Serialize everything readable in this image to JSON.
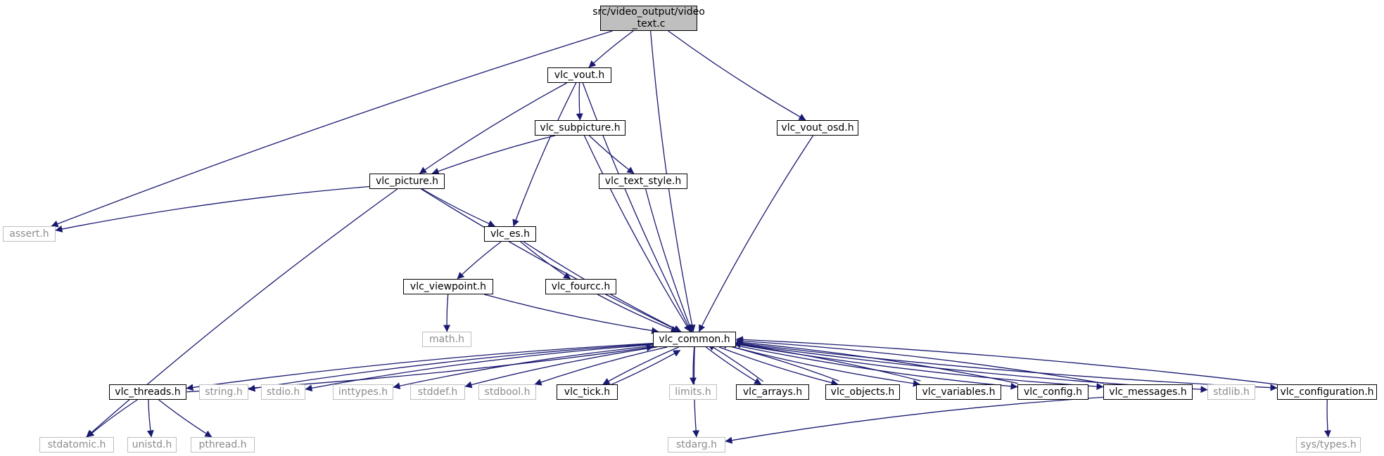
{
  "title": "src/video_output/video_text.c",
  "root": "video_text",
  "colors": {
    "edge": "#191970",
    "root_fill": "#bfbfbf",
    "system_border": "#bfbfbf",
    "system_text": "#8c8c8c",
    "local_border": "#000000"
  },
  "nodes": {
    "video_text": {
      "label": "src/video_output/video\n_text.c",
      "kind": "root"
    },
    "vlc_vout": {
      "label": "vlc_vout.h",
      "kind": "local"
    },
    "vlc_vout_osd": {
      "label": "vlc_vout_osd.h",
      "kind": "local"
    },
    "vlc_subpicture": {
      "label": "vlc_subpicture.h",
      "kind": "local"
    },
    "vlc_picture": {
      "label": "vlc_picture.h",
      "kind": "local"
    },
    "vlc_text_style": {
      "label": "vlc_text_style.h",
      "kind": "local"
    },
    "assert_h": {
      "label": "assert.h",
      "kind": "system"
    },
    "vlc_es": {
      "label": "vlc_es.h",
      "kind": "local"
    },
    "vlc_viewpoint": {
      "label": "vlc_viewpoint.h",
      "kind": "local"
    },
    "vlc_fourcc": {
      "label": "vlc_fourcc.h",
      "kind": "local"
    },
    "math_h": {
      "label": "math.h",
      "kind": "system"
    },
    "vlc_common": {
      "label": "vlc_common.h",
      "kind": "local"
    },
    "vlc_threads": {
      "label": "vlc_threads.h",
      "kind": "local"
    },
    "string_h": {
      "label": "string.h",
      "kind": "system"
    },
    "stdio_h": {
      "label": "stdio.h",
      "kind": "system"
    },
    "inttypes_h": {
      "label": "inttypes.h",
      "kind": "system"
    },
    "stddef_h": {
      "label": "stddef.h",
      "kind": "system"
    },
    "stdbool_h": {
      "label": "stdbool.h",
      "kind": "system"
    },
    "vlc_tick": {
      "label": "vlc_tick.h",
      "kind": "local"
    },
    "limits_h": {
      "label": "limits.h",
      "kind": "system"
    },
    "vlc_arrays": {
      "label": "vlc_arrays.h",
      "kind": "local"
    },
    "vlc_objects": {
      "label": "vlc_objects.h",
      "kind": "local"
    },
    "vlc_variables": {
      "label": "vlc_variables.h",
      "kind": "local"
    },
    "vlc_config": {
      "label": "vlc_config.h",
      "kind": "local"
    },
    "vlc_messages": {
      "label": "vlc_messages.h",
      "kind": "local"
    },
    "stdlib_h": {
      "label": "stdlib.h",
      "kind": "system"
    },
    "vlc_configuration": {
      "label": "vlc_configuration.h",
      "kind": "local"
    },
    "stdatomic_h": {
      "label": "stdatomic.h",
      "kind": "system"
    },
    "unistd_h": {
      "label": "unistd.h",
      "kind": "system"
    },
    "pthread_h": {
      "label": "pthread.h",
      "kind": "system"
    },
    "stdarg_h": {
      "label": "stdarg.h",
      "kind": "system"
    },
    "sys_types_h": {
      "label": "sys/types.h",
      "kind": "system"
    }
  },
  "edges": [
    [
      "video_text",
      "vlc_vout"
    ],
    [
      "video_text",
      "assert_h"
    ],
    [
      "video_text",
      "vlc_common"
    ],
    [
      "video_text",
      "vlc_vout_osd"
    ],
    [
      "vlc_vout",
      "vlc_subpicture"
    ],
    [
      "vlc_vout",
      "vlc_picture"
    ],
    [
      "vlc_vout",
      "vlc_es"
    ],
    [
      "vlc_vout",
      "vlc_common"
    ],
    [
      "vlc_subpicture",
      "vlc_picture"
    ],
    [
      "vlc_subpicture",
      "vlc_text_style"
    ],
    [
      "vlc_subpicture",
      "vlc_common"
    ],
    [
      "vlc_vout_osd",
      "vlc_common"
    ],
    [
      "vlc_picture",
      "assert_h"
    ],
    [
      "vlc_picture",
      "vlc_es"
    ],
    [
      "vlc_picture",
      "stdatomic_h"
    ],
    [
      "vlc_picture",
      "vlc_common"
    ],
    [
      "vlc_text_style",
      "vlc_common"
    ],
    [
      "vlc_es",
      "vlc_viewpoint"
    ],
    [
      "vlc_es",
      "vlc_fourcc"
    ],
    [
      "vlc_es",
      "vlc_common"
    ],
    [
      "vlc_viewpoint",
      "math_h"
    ],
    [
      "vlc_viewpoint",
      "vlc_common"
    ],
    [
      "vlc_fourcc",
      "vlc_common"
    ],
    [
      "vlc_common",
      "vlc_threads"
    ],
    [
      "vlc_common",
      "string_h"
    ],
    [
      "vlc_common",
      "stdio_h"
    ],
    [
      "vlc_common",
      "inttypes_h"
    ],
    [
      "vlc_common",
      "stddef_h"
    ],
    [
      "vlc_common",
      "stdbool_h"
    ],
    [
      "vlc_common",
      "vlc_tick"
    ],
    [
      "vlc_common",
      "limits_h"
    ],
    [
      "vlc_common",
      "vlc_arrays"
    ],
    [
      "vlc_common",
      "vlc_objects"
    ],
    [
      "vlc_common",
      "vlc_variables"
    ],
    [
      "vlc_common",
      "vlc_config"
    ],
    [
      "vlc_common",
      "vlc_messages"
    ],
    [
      "vlc_common",
      "stdlib_h"
    ],
    [
      "vlc_common",
      "vlc_configuration"
    ],
    [
      "vlc_common",
      "stdarg_h"
    ],
    [
      "vlc_threads",
      "vlc_common"
    ],
    [
      "vlc_threads",
      "stdatomic_h"
    ],
    [
      "vlc_threads",
      "unistd_h"
    ],
    [
      "vlc_threads",
      "pthread_h"
    ],
    [
      "vlc_tick",
      "vlc_common"
    ],
    [
      "vlc_arrays",
      "vlc_common"
    ],
    [
      "vlc_objects",
      "vlc_common"
    ],
    [
      "vlc_variables",
      "vlc_common"
    ],
    [
      "vlc_config",
      "vlc_common"
    ],
    [
      "vlc_messages",
      "vlc_common"
    ],
    [
      "vlc_messages",
      "stdarg_h"
    ],
    [
      "vlc_configuration",
      "vlc_common"
    ],
    [
      "vlc_configuration",
      "sys_types_h"
    ]
  ]
}
